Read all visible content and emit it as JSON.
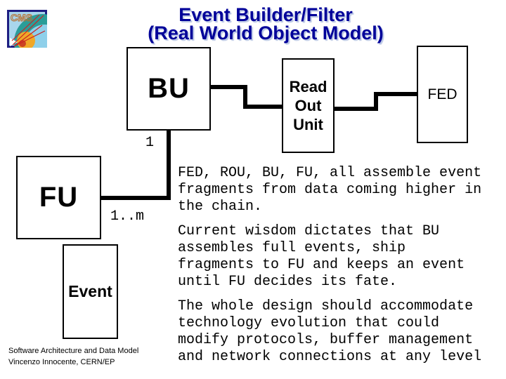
{
  "title": {
    "line1": "Event Builder/Filter",
    "line2": "(Real World Object Model)"
  },
  "logo": {
    "text": "CMS"
  },
  "diagram": {
    "bu_label": "BU",
    "rou_label": "Read\nOut\nUnit",
    "fed_label": "FED",
    "fu_label": "FU",
    "event_label": "Event",
    "multiplicity_bu": "1",
    "multiplicity_fu": "1..m"
  },
  "body": {
    "paragraphs": [
      "FED, ROU, BU, FU, all assemble event\nfragments from data coming higher in\nthe chain.",
      "Current wisdom dictates that BU\nassembles full events, ship\nfragments to FU and keeps an event\nuntil FU decides its fate.",
      "The whole design should accommodate\ntechnology evolution that could\nmodify protocols, buffer management\nand network connections at any level"
    ]
  },
  "footer": {
    "line1": "Software Architecture and Data Model",
    "line2": "Vincenzo Innocente, CERN/EP"
  },
  "colors": {
    "title_blue": "#000099",
    "title_shadow": "#b9c6e4",
    "diagram_line": "#000000",
    "background": "#ffffff",
    "logo_border_navy": "#1e1e82",
    "logo_sky": "#a9d6ec",
    "logo_teal": "#2a9d98",
    "logo_yellow": "#f0a828",
    "logo_red": "#cc2222",
    "logo_cms_orange": "#b87030"
  }
}
